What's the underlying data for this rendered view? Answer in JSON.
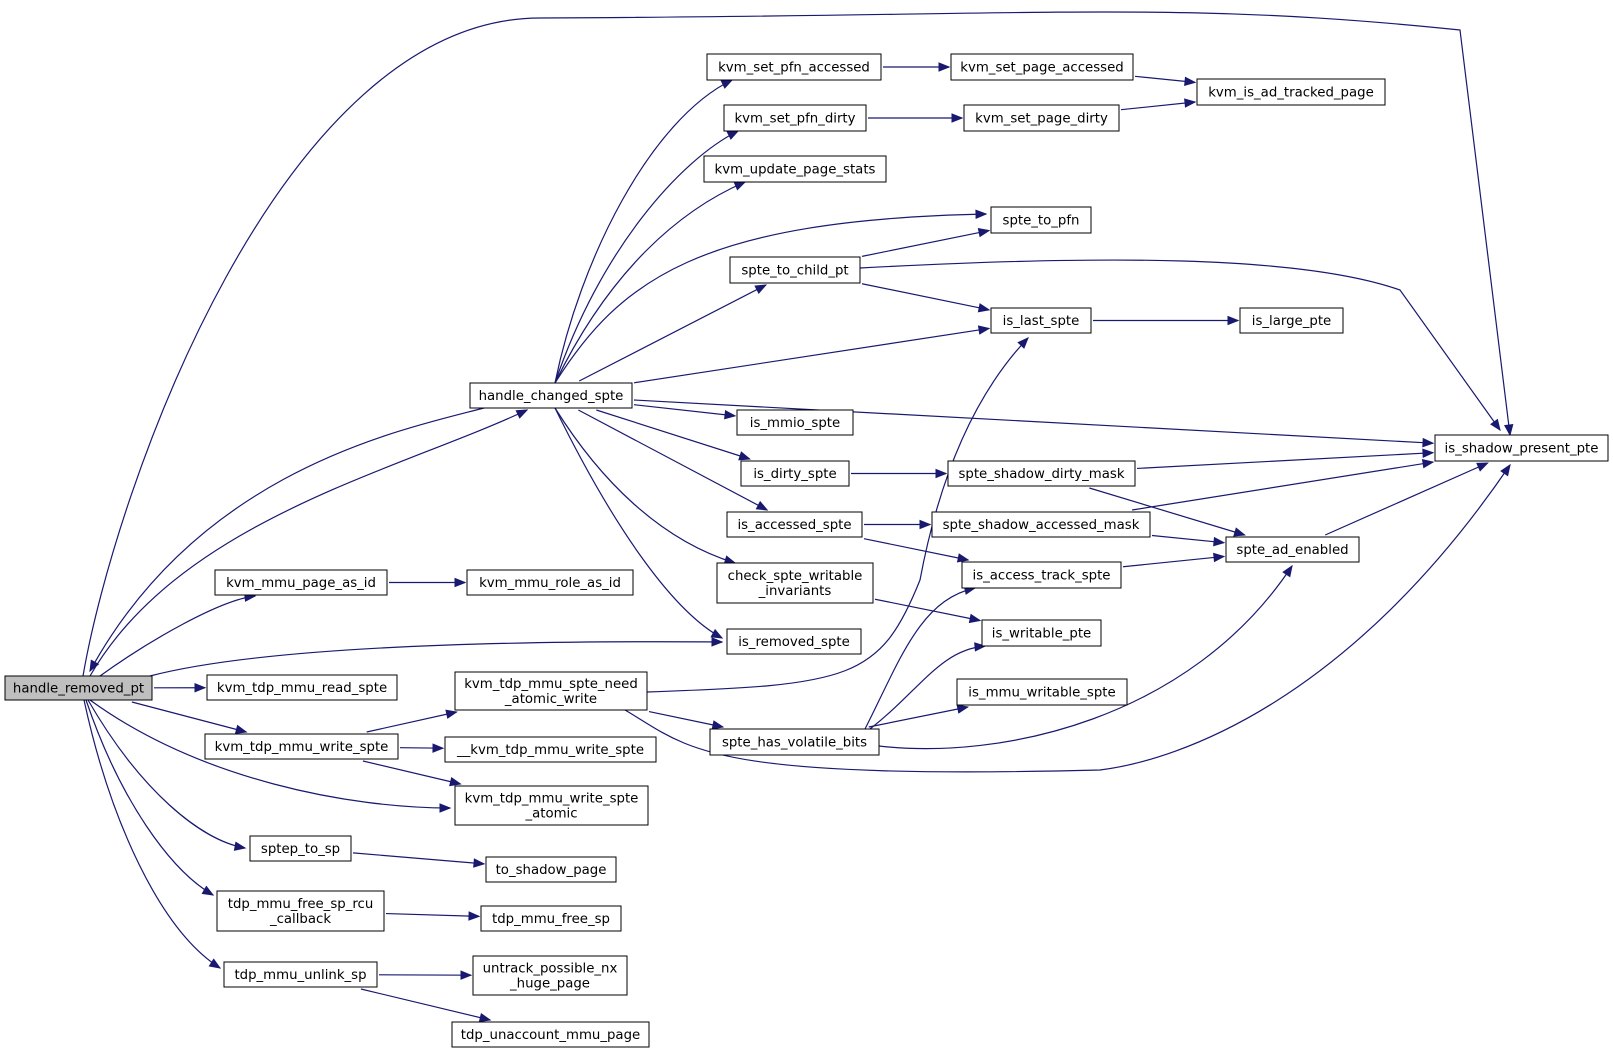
{
  "colors": {
    "edge": "#191970",
    "node_border": "#000000",
    "root_fill": "#bfbfbf",
    "node_fill": "#ffffff"
  },
  "nodes": [
    {
      "id": "handle_removed_pt",
      "label": "handle_removed_pt",
      "root": true
    },
    {
      "id": "handle_changed_spte",
      "label": "handle_changed_spte"
    },
    {
      "id": "kvm_mmu_page_as_id",
      "label": "kvm_mmu_page_as_id"
    },
    {
      "id": "kvm_mmu_role_as_id",
      "label": "kvm_mmu_role_as_id"
    },
    {
      "id": "kvm_tdp_mmu_read_spte",
      "label": "kvm_tdp_mmu_read_spte"
    },
    {
      "id": "kvm_tdp_mmu_write_spte",
      "label": "kvm_tdp_mmu_write_spte"
    },
    {
      "id": "kvm_tdp_mmu_spte_need_atomic_write",
      "label": [
        "kvm_tdp_mmu_spte_need",
        "_atomic_write"
      ]
    },
    {
      "id": "__kvm_tdp_mmu_write_spte",
      "label": "__kvm_tdp_mmu_write_spte"
    },
    {
      "id": "kvm_tdp_mmu_write_spte_atomic",
      "label": [
        "kvm_tdp_mmu_write_spte",
        "_atomic"
      ]
    },
    {
      "id": "sptep_to_sp",
      "label": "sptep_to_sp"
    },
    {
      "id": "to_shadow_page",
      "label": "to_shadow_page"
    },
    {
      "id": "tdp_mmu_free_sp_rcu_callback",
      "label": [
        "tdp_mmu_free_sp_rcu",
        "_callback"
      ]
    },
    {
      "id": "tdp_mmu_free_sp",
      "label": "tdp_mmu_free_sp"
    },
    {
      "id": "tdp_mmu_unlink_sp",
      "label": "tdp_mmu_unlink_sp"
    },
    {
      "id": "untrack_possible_nx_huge_page",
      "label": [
        "untrack_possible_nx",
        "_huge_page"
      ]
    },
    {
      "id": "tdp_unaccount_mmu_page",
      "label": "tdp_unaccount_mmu_page"
    },
    {
      "id": "kvm_set_pfn_accessed",
      "label": "kvm_set_pfn_accessed"
    },
    {
      "id": "kvm_set_page_accessed",
      "label": "kvm_set_page_accessed"
    },
    {
      "id": "kvm_is_ad_tracked_page",
      "label": "kvm_is_ad_tracked_page"
    },
    {
      "id": "kvm_set_pfn_dirty",
      "label": "kvm_set_pfn_dirty"
    },
    {
      "id": "kvm_set_page_dirty",
      "label": "kvm_set_page_dirty"
    },
    {
      "id": "kvm_update_page_stats",
      "label": "kvm_update_page_stats"
    },
    {
      "id": "spte_to_pfn",
      "label": "spte_to_pfn"
    },
    {
      "id": "spte_to_child_pt",
      "label": "spte_to_child_pt"
    },
    {
      "id": "is_last_spte",
      "label": "is_last_spte"
    },
    {
      "id": "is_large_pte",
      "label": "is_large_pte"
    },
    {
      "id": "is_shadow_present_pte",
      "label": "is_shadow_present_pte"
    },
    {
      "id": "is_mmio_spte",
      "label": "is_mmio_spte"
    },
    {
      "id": "is_dirty_spte",
      "label": "is_dirty_spte"
    },
    {
      "id": "spte_shadow_dirty_mask",
      "label": "spte_shadow_dirty_mask"
    },
    {
      "id": "is_accessed_spte",
      "label": "is_accessed_spte"
    },
    {
      "id": "spte_shadow_accessed_mask",
      "label": "spte_shadow_accessed_mask"
    },
    {
      "id": "spte_ad_enabled",
      "label": "spte_ad_enabled"
    },
    {
      "id": "check_spte_writable_invariants",
      "label": [
        "check_spte_writable",
        "_invariants"
      ]
    },
    {
      "id": "is_access_track_spte",
      "label": "is_access_track_spte"
    },
    {
      "id": "is_writable_pte",
      "label": "is_writable_pte"
    },
    {
      "id": "is_removed_spte",
      "label": "is_removed_spte"
    },
    {
      "id": "is_mmu_writable_spte",
      "label": "is_mmu_writable_spte"
    },
    {
      "id": "spte_has_volatile_bits",
      "label": "spte_has_volatile_bits"
    }
  ],
  "edges": [
    [
      "handle_removed_pt",
      "handle_changed_spte"
    ],
    [
      "handle_removed_pt",
      "is_shadow_present_pte"
    ],
    [
      "handle_removed_pt",
      "kvm_mmu_page_as_id"
    ],
    [
      "handle_removed_pt",
      "is_removed_spte"
    ],
    [
      "handle_removed_pt",
      "kvm_tdp_mmu_read_spte"
    ],
    [
      "handle_removed_pt",
      "kvm_tdp_mmu_write_spte"
    ],
    [
      "handle_removed_pt",
      "kvm_tdp_mmu_write_spte_atomic"
    ],
    [
      "handle_removed_pt",
      "sptep_to_sp"
    ],
    [
      "handle_removed_pt",
      "tdp_mmu_free_sp_rcu_callback"
    ],
    [
      "handle_removed_pt",
      "tdp_mmu_unlink_sp"
    ],
    [
      "handle_changed_spte",
      "handle_removed_pt"
    ],
    [
      "handle_changed_spte",
      "kvm_set_pfn_accessed"
    ],
    [
      "handle_changed_spte",
      "kvm_set_pfn_dirty"
    ],
    [
      "handle_changed_spte",
      "kvm_update_page_stats"
    ],
    [
      "handle_changed_spte",
      "spte_to_pfn"
    ],
    [
      "handle_changed_spte",
      "spte_to_child_pt"
    ],
    [
      "handle_changed_spte",
      "is_last_spte"
    ],
    [
      "handle_changed_spte",
      "is_shadow_present_pte"
    ],
    [
      "handle_changed_spte",
      "is_mmio_spte"
    ],
    [
      "handle_changed_spte",
      "is_dirty_spte"
    ],
    [
      "handle_changed_spte",
      "is_accessed_spte"
    ],
    [
      "handle_changed_spte",
      "check_spte_writable_invariants"
    ],
    [
      "handle_changed_spte",
      "is_removed_spte"
    ],
    [
      "kvm_set_pfn_accessed",
      "kvm_set_page_accessed"
    ],
    [
      "kvm_set_page_accessed",
      "kvm_is_ad_tracked_page"
    ],
    [
      "kvm_set_pfn_dirty",
      "kvm_set_page_dirty"
    ],
    [
      "kvm_set_page_dirty",
      "kvm_is_ad_tracked_page"
    ],
    [
      "spte_to_child_pt",
      "spte_to_pfn"
    ],
    [
      "spte_to_child_pt",
      "is_last_spte"
    ],
    [
      "spte_to_child_pt",
      "is_shadow_present_pte"
    ],
    [
      "is_last_spte",
      "is_large_pte"
    ],
    [
      "is_dirty_spte",
      "spte_shadow_dirty_mask"
    ],
    [
      "spte_shadow_dirty_mask",
      "is_shadow_present_pte"
    ],
    [
      "spte_shadow_dirty_mask",
      "spte_ad_enabled"
    ],
    [
      "is_accessed_spte",
      "spte_shadow_accessed_mask"
    ],
    [
      "is_accessed_spte",
      "is_access_track_spte"
    ],
    [
      "spte_shadow_accessed_mask",
      "is_shadow_present_pte"
    ],
    [
      "spte_shadow_accessed_mask",
      "spte_ad_enabled"
    ],
    [
      "spte_ad_enabled",
      "is_shadow_present_pte"
    ],
    [
      "is_access_track_spte",
      "spte_ad_enabled"
    ],
    [
      "check_spte_writable_invariants",
      "is_writable_pte"
    ],
    [
      "kvm_mmu_page_as_id",
      "kvm_mmu_role_as_id"
    ],
    [
      "kvm_tdp_mmu_write_spte",
      "kvm_tdp_mmu_spte_need_atomic_write"
    ],
    [
      "kvm_tdp_mmu_write_spte",
      "__kvm_tdp_mmu_write_spte"
    ],
    [
      "kvm_tdp_mmu_write_spte",
      "kvm_tdp_mmu_write_spte_atomic"
    ],
    [
      "kvm_tdp_mmu_spte_need_atomic_write",
      "is_last_spte"
    ],
    [
      "kvm_tdp_mmu_spte_need_atomic_write",
      "spte_has_volatile_bits"
    ],
    [
      "kvm_tdp_mmu_spte_need_atomic_write",
      "is_shadow_present_pte"
    ],
    [
      "spte_has_volatile_bits",
      "is_access_track_spte"
    ],
    [
      "spte_has_volatile_bits",
      "is_writable_pte"
    ],
    [
      "spte_has_volatile_bits",
      "is_mmu_writable_spte"
    ],
    [
      "spte_has_volatile_bits",
      "spte_ad_enabled"
    ],
    [
      "sptep_to_sp",
      "to_shadow_page"
    ],
    [
      "tdp_mmu_free_sp_rcu_callback",
      "tdp_mmu_free_sp"
    ],
    [
      "tdp_mmu_unlink_sp",
      "untrack_possible_nx_huge_page"
    ],
    [
      "tdp_mmu_unlink_sp",
      "tdp_unaccount_mmu_page"
    ]
  ]
}
